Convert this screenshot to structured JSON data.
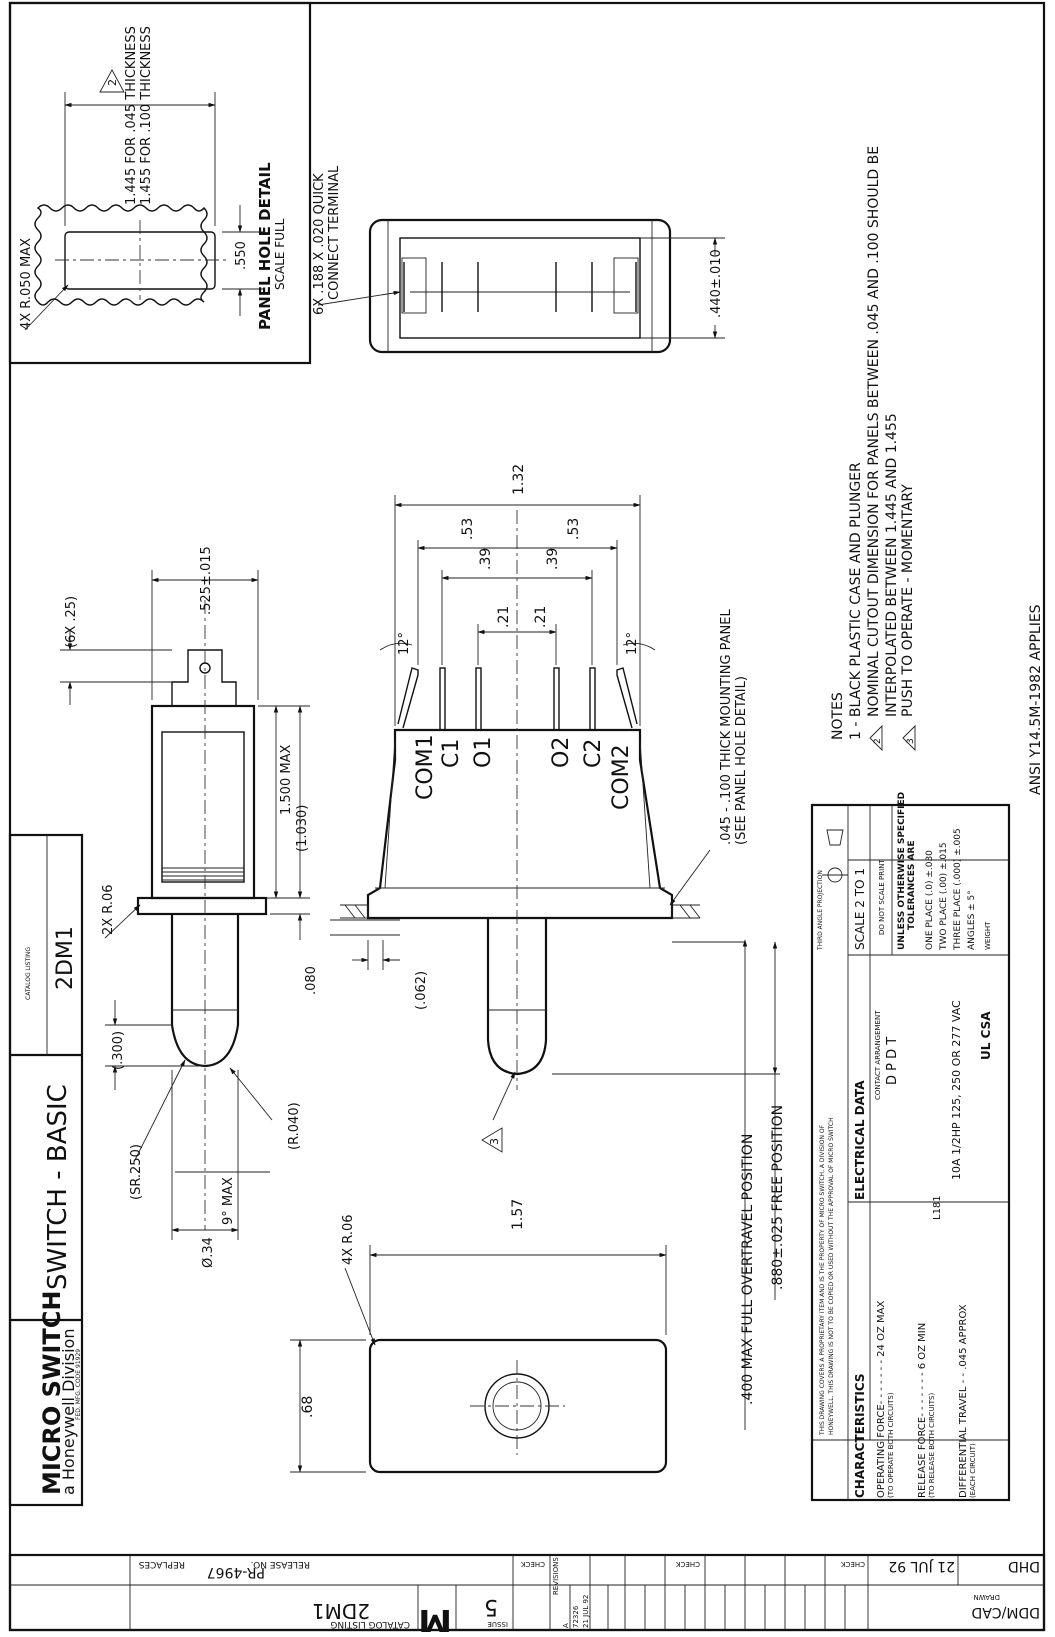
{
  "panel_detail": {
    "title": "PANEL HOLE DETAIL",
    "scale": "SCALE FULL",
    "radius": "4X R.050 MAX",
    "width_dim": ".550",
    "thickness_045": "1.445 FOR .045 THICKNESS",
    "thickness_100": "1.455 FOR .100 THICKNESS",
    "note_flag": "2"
  },
  "terminal_view": {
    "terminal_label": "6X .188 X .020 QUICK",
    "terminal_label2": "CONNECT TERMINAL",
    "height_dim": ".440±.010"
  },
  "front_view": {
    "overall": "1.32",
    "spacing_53_left": ".53",
    "spacing_53_right": ".53",
    "spacing_39_left": ".39",
    "spacing_39_right": ".39",
    "spacing_21_left": ".21",
    "spacing_21_right": ".21",
    "angle_left": "12°",
    "angle_right": "12°",
    "terminals": [
      "COM1",
      "C1",
      "O1",
      "O2",
      "C2",
      "COM2"
    ],
    "panel_note": ".045 - .100 THICK MOUNTING PANEL",
    "panel_note2": "(SEE PANEL HOLE DETAIL)",
    "dim_062": "(.062)",
    "overtravel": ".400 MAX FULL OVERTRAVEL POSITION",
    "free_position": ".880±.025 FREE POSITION",
    "note_flag": "3"
  },
  "side_view": {
    "dim_6x25": "(6X .25)",
    "dim_525": ".525±.015",
    "dim_1500": "1.500 MAX",
    "dim_1030": "(1.030)",
    "dim_2x_r06": "2X R.06",
    "dim_080": ".080",
    "dim_300": "(.300)",
    "dim_sr250": "(SR.250)",
    "dim_9deg": "9° MAX",
    "dim_r040": "(R.040)",
    "dim_dia34": "Ø.34"
  },
  "plan_view": {
    "dim_4x_r06": "4X R.06",
    "dim_157": "1.57",
    "dim_68": ".68"
  },
  "notes": {
    "heading": "NOTES",
    "items": [
      "1 - BLACK PLASTIC CASE AND PLUNGER",
      "NOMINAL CUTOUT DIMENSION FOR PANELS BETWEEN .045 AND .100 SHOULD BE",
      "INTERPOLATED BETWEEN 1.445 AND 1.455",
      "PUSH TO OPERATE - MOMENTARY"
    ],
    "flag2": "2",
    "flag3": "3",
    "ansi": "ANSI Y14.5M-1982 APPLIES"
  },
  "title_block": {
    "brand": "MICRO SWITCH",
    "division": "a Honeywell Division",
    "fed_code": "FED. MFG. CODE 91929",
    "title": "SWITCH - BASIC",
    "catalog_heading": "CATALOG LISTING",
    "catalog_listing": "2DM1",
    "proprietary1": "THIS DRAWING COVERS A PROPRIETARY ITEM AND IS THE PROPERTY OF MICRO SWITCH, A DIVISION OF",
    "proprietary2": "HONEYWELL. THIS DRAWING IS NOT TO BE COPIED OR USED WITHOUT THE APPROVAL OF MICRO SWITCH",
    "characteristics": "CHARACTERISTICS",
    "op_force": "OPERATING FORCE- - - - - - - 24 OZ MAX",
    "op_force_sub": "(TO OPERATE BOTH CIRCUITS)",
    "rel_force": "RELEASE FORCE- - - - - - - 6 OZ MIN",
    "rel_force_sub": "(TO RELEASE BOTH CIRCUITS)",
    "diff_travel": "DIFFERENTIAL TRAVEL - - .045 APPROX",
    "diff_travel_sub": "(EACH CIRCUIT)",
    "electrical": "ELECTRICAL DATA",
    "contact_arrangement": "CONTACT ARRANGEMENT",
    "contact_value": "D P D T",
    "l181": "L181",
    "rating": "10A 1/2HP 125, 250 OR 277 VAC",
    "projection": "THIRD ANGLE PROJECTION",
    "scale": "SCALE  2 TO 1",
    "do_not_scale": "DO NOT SCALE PRINT",
    "tolerances_heading": "UNLESS OTHERWISE SPECIFIED",
    "tolerances_heading2": "TOLERANCES ARE",
    "one_place": "ONE PLACE    (.0)    ±.030",
    "two_place": "TWO PLACE    (.00)   ±.015",
    "three_place": "THREE PLACE  (.000)  ±.005",
    "angles": "ANGLES              ± 5°",
    "weight": "WEIGHT",
    "ul_mark": "UL  CSA"
  },
  "revision_block": {
    "replaces": "REPLACES",
    "release_no_label": "RELEASE NO.",
    "release_no": "PR-4967",
    "check1": "CHECK",
    "check2": "CHECK",
    "check3": "CHECK",
    "catalog_listing_label": "CATALOG LISTING",
    "catalog_listing": "2DM1",
    "issue_label": "ISSUE",
    "issue": "5",
    "letter": "M",
    "rev_label": "REVISIONS",
    "rev_a": "A",
    "rev_num": "72326",
    "rev_date": "21 JUL 92",
    "date": "21 JUL 92",
    "drawn_initials": "DHD",
    "drawn_label": "DRAWN",
    "ddm": "DDM/CAD"
  }
}
